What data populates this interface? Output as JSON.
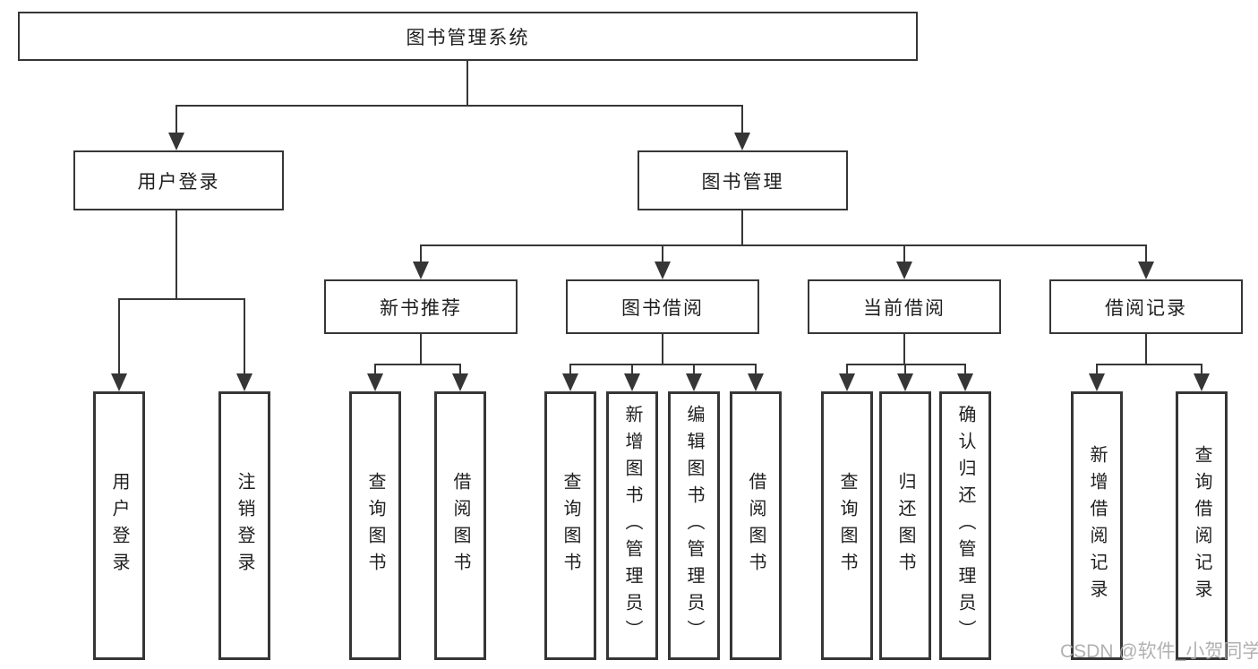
{
  "colors": {
    "line": "#363636",
    "text": "#1f1f1f",
    "background": "#ffffff",
    "watermark": "#ababab"
  },
  "root": {
    "label": "图书管理系统"
  },
  "nodes": {
    "user_login": {
      "label": "用户登录"
    },
    "book_mgmt": {
      "label": "图书管理"
    },
    "new_book": {
      "label": "新书推荐"
    },
    "book_borrow": {
      "label": "图书借阅"
    },
    "current_borrow": {
      "label": "当前借阅"
    },
    "borrow_records": {
      "label": "借阅记录"
    }
  },
  "leaves": {
    "user_login": [
      "用户登录",
      "注销登录"
    ],
    "new_book": [
      "查询图书",
      "借阅图书"
    ],
    "book_borrow": [
      "查询图书",
      "新增图书（管理员）",
      "编辑图书（管理员）",
      "借阅图书"
    ],
    "current_borrow": [
      "查询图书",
      "归还图书",
      "确认归还（管理员）"
    ],
    "borrow_records": [
      "新增借阅记录",
      "查询借阅记录"
    ]
  },
  "watermark": "CSDN @软件_小贺同学"
}
